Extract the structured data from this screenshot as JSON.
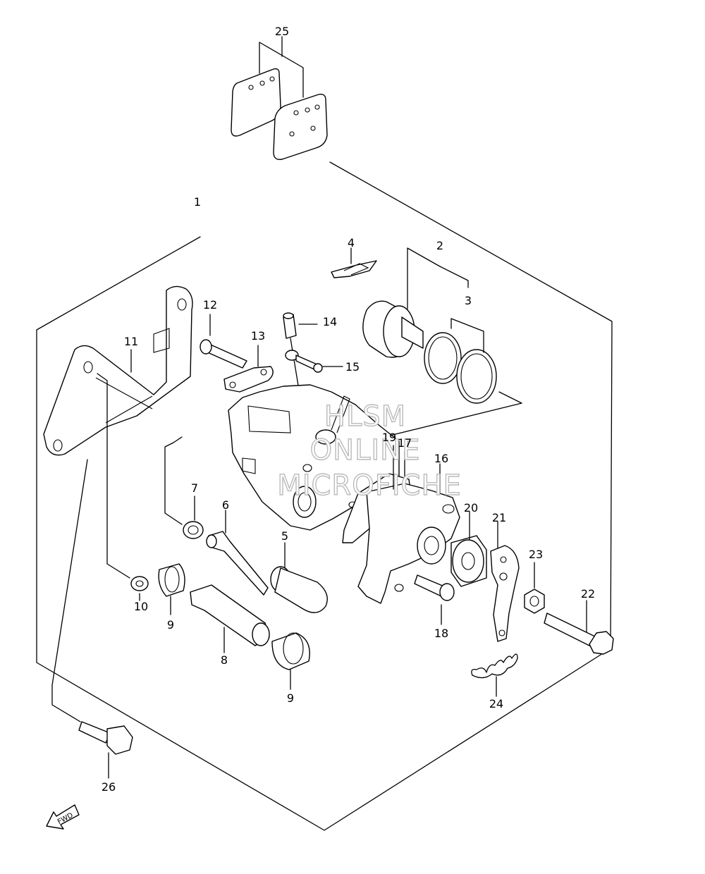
{
  "watermark": {
    "line1": "HLSM",
    "line2": "ONLINE",
    "line3": "MICROFICHE"
  },
  "direction_marker": {
    "label": "FWD",
    "icon": "forward-arrow-icon"
  },
  "callouts": {
    "c1": "1",
    "c2": "2",
    "c3": "3",
    "c4": "4",
    "c5": "5",
    "c6": "6",
    "c7": "7",
    "c8": "8",
    "c9a": "9",
    "c9b": "9",
    "c10": "10",
    "c11": "11",
    "c12": "12",
    "c13": "13",
    "c14": "14",
    "c15": "15",
    "c16": "16",
    "c17": "17",
    "c18": "18",
    "c19": "19",
    "c20": "20",
    "c21": "21",
    "c22": "22",
    "c23": "23",
    "c24": "24",
    "c25": "25",
    "c26": "26"
  },
  "colors": {
    "line": "#000000",
    "background": "#ffffff",
    "watermark_outline": "#bbbbbb"
  }
}
